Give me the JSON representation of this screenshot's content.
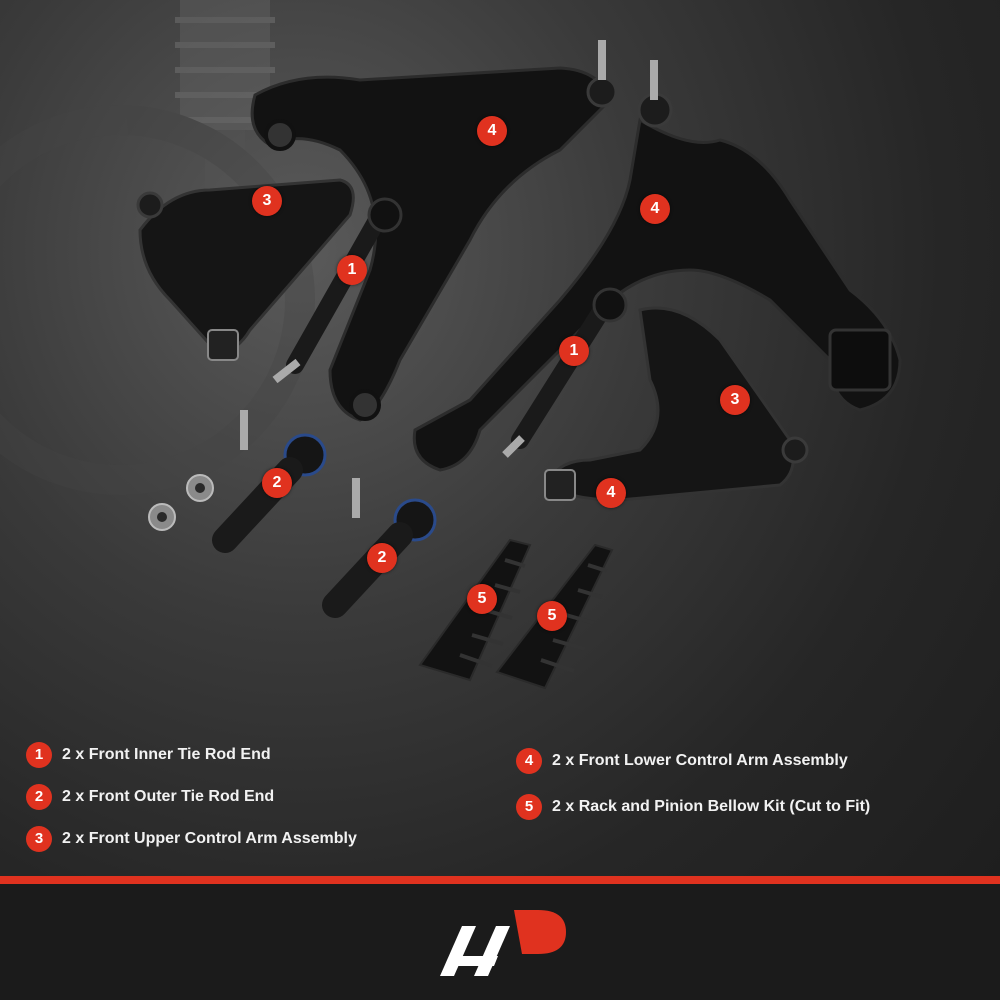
{
  "legend": {
    "items": [
      {
        "num": "1",
        "text": "2 x Front Inner Tie Rod End"
      },
      {
        "num": "2",
        "text": "2 x Front Outer Tie Rod End"
      },
      {
        "num": "3",
        "text": "2 x Front Upper Control Arm Assembly"
      },
      {
        "num": "4",
        "text": "2 x Front Lower Control Arm Assembly"
      },
      {
        "num": "5",
        "text": "2 x Rack and Pinion Bellow Kit (Cut to Fit)"
      }
    ]
  },
  "badges": [
    "4",
    "3",
    "1",
    "4",
    "1",
    "3",
    "4",
    "2",
    "2",
    "5",
    "5"
  ],
  "colors": {
    "accent": "#e0321f",
    "background": "#262626",
    "part": "#111111"
  },
  "logo": {
    "icon": "brand-logo-icon"
  }
}
